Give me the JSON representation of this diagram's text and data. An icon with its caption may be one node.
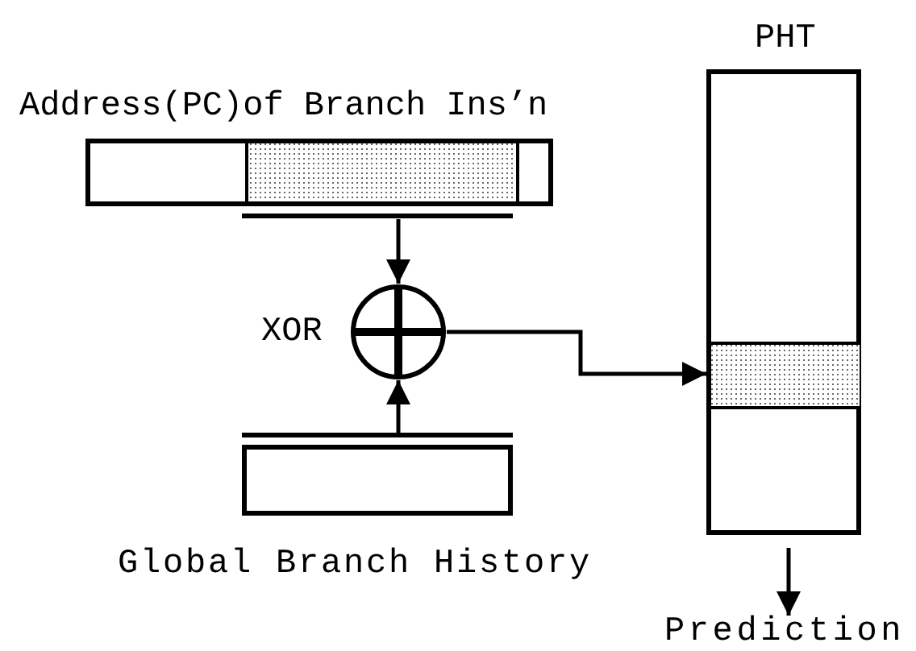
{
  "diagram": {
    "nodes": [
      {
        "text": [
          "Address(PC)of Branch Ins’n"
        ]
      },
      {
        "text": [],
        "shape": "circle",
        "beside": [
          "XOR"
        ]
      },
      {
        "text": [
          "Global Branch History"
        ]
      },
      {
        "text": [
          "PHT"
        ]
      },
      {
        "text": [],
        "shape": "bar",
        "in": 3
      },
      {
        "text": [
          "Prediction"
        ]
      }
    ],
    "edges": [
      {
        "from": 0,
        "to": 1,
        "arrow": "to"
      },
      {
        "from": 2,
        "to": 1,
        "arrow": "to"
      },
      {
        "from": 1,
        "to": 4,
        "arrow": "to"
      },
      {
        "from": 3,
        "to": 5,
        "arrow": "to"
      }
    ]
  }
}
